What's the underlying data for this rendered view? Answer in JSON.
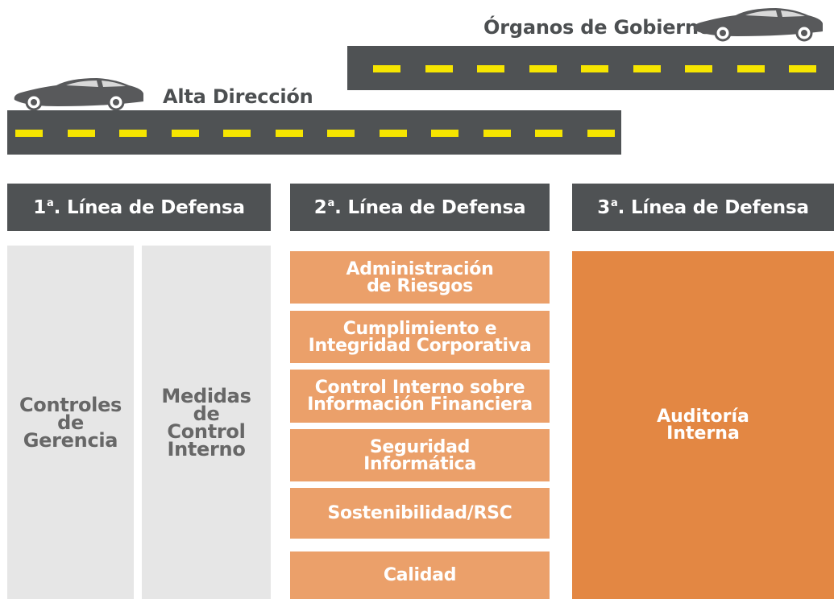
{
  "roads": {
    "top_label": "Órganos de Gobierno",
    "bottom_label": "Alta Dirección"
  },
  "columns": [
    {
      "label": "1",
      "sup": "a",
      "label_rest": ". Línea de Defensa"
    },
    {
      "label": "2",
      "sup": "a",
      "label_rest": ". Línea de Defensa"
    },
    {
      "label": "3",
      "sup": "a",
      "label_rest": ". Línea de Defensa"
    }
  ],
  "first_line": {
    "boxes": [
      "Controles\nde\nGerencia",
      "Medidas\nde\nControl\nInterno"
    ]
  },
  "second_line": {
    "boxes": [
      "Administración\nde Riesgos",
      "Cumplimiento e\nIntegridad Corporativa",
      "Control Interno sobre\nInformación Financiera",
      "Seguridad\nInformática",
      "Sostenibilidad/RSC",
      "Calidad"
    ]
  },
  "third_line": {
    "box": "Auditoría\nInterna"
  },
  "colors": {
    "road": "#4f5254",
    "dash": "#f6e500",
    "grey_box": "#e6e6e6",
    "orange_light": "#eba06a",
    "orange_dark": "#e38743"
  },
  "icons": [
    "car-icon"
  ]
}
